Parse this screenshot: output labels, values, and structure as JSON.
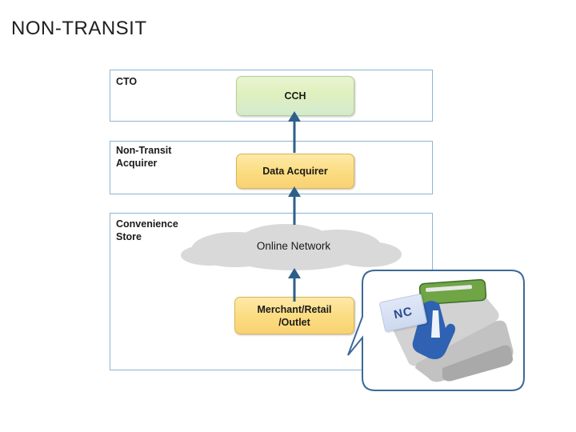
{
  "slide": {
    "title": "NON-TRANSIT"
  },
  "rows": [
    {
      "label": "CTO"
    },
    {
      "label": "Non-Transit\nAcquirer"
    },
    {
      "label": "Convenience\nStore"
    }
  ],
  "nodes": {
    "cch": {
      "label": "CCH"
    },
    "data_acquirer": {
      "label": "Data Acquirer"
    },
    "online_network": {
      "label": "Online Network"
    },
    "merchant_line1": "Merchant/Retail",
    "merchant_line2": "/Outlet"
  },
  "callout": {
    "card_badge": "NC",
    "icons": {
      "card": "payment-card-icon",
      "hand": "hand-tapping-icon",
      "terminal": "pos-terminal-icon",
      "screen": "terminal-screen-icon"
    }
  },
  "arrows": [
    {
      "name": "arrow-merchant-to-network"
    },
    {
      "name": "arrow-network-to-data-acquirer"
    },
    {
      "name": "arrow-data-acquirer-to-cch"
    }
  ],
  "colors": {
    "frame_border": "#8db3d4",
    "green_box": "#dff0bd",
    "yellow_box": "#fcdd82",
    "cloud_fill": "#d9d9d9",
    "arrow": "#2e5f8a",
    "callout_border": "#3b6a98",
    "badge_text": "#2a4a8d"
  }
}
